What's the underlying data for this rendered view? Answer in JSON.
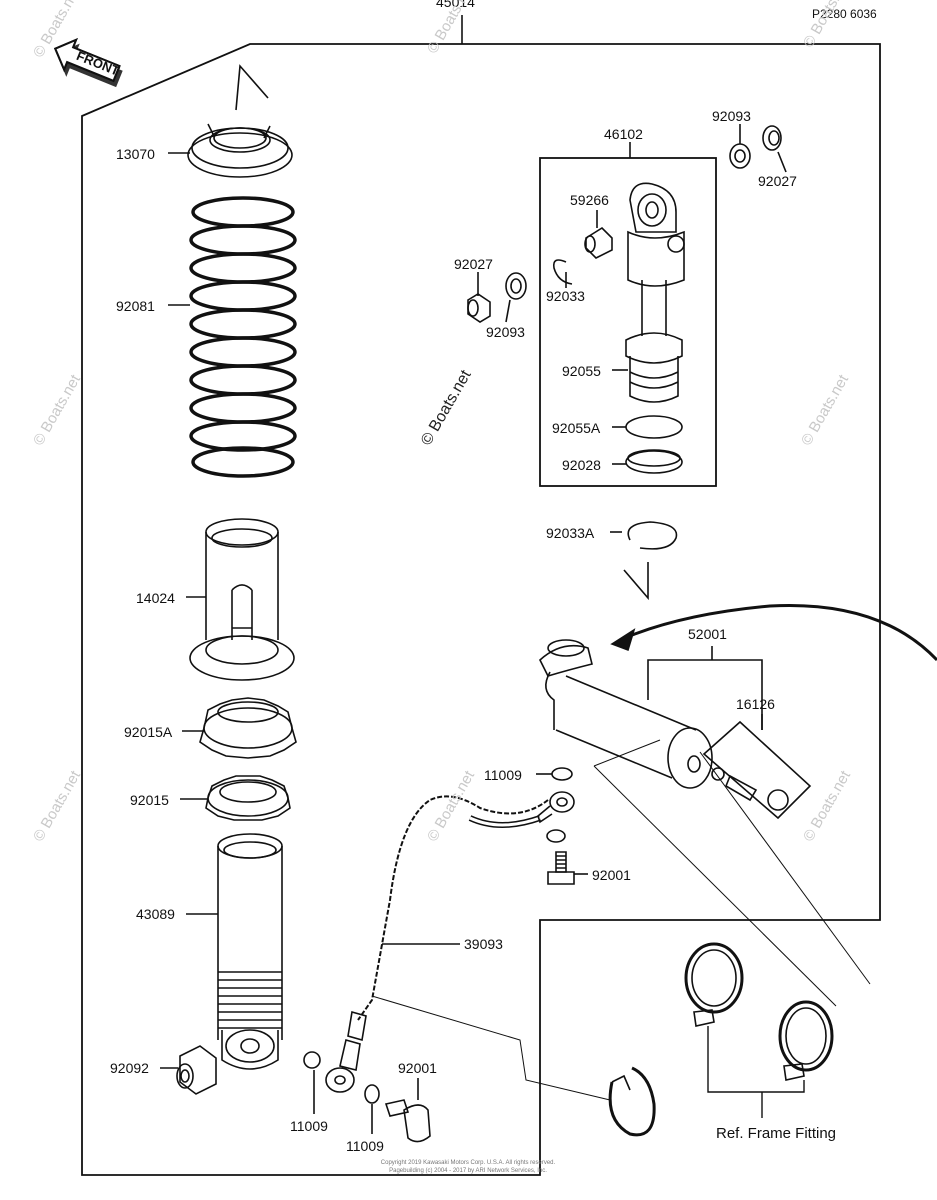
{
  "diagram_id": "P2280 6036",
  "assembly_number": "45014",
  "front_label": "FRONT",
  "parts": {
    "p13070": "13070",
    "p92081": "92081",
    "p14024": "14024",
    "p92015A": "92015A",
    "p92015": "92015",
    "p43089": "43089",
    "p92092": "92092",
    "p11009_a": "11009",
    "p11009_b": "11009",
    "p11009_c": "11009",
    "p92001_a": "92001",
    "p92001_b": "92001",
    "p39093": "39093",
    "p46102": "46102",
    "p92093_a": "92093",
    "p92027_a": "92027",
    "p59266": "59266",
    "p92027_b": "92027",
    "p92033": "92033",
    "p92093_b": "92093",
    "p92055": "92055",
    "p92055A": "92055A",
    "p92028": "92028",
    "p92033A": "92033A",
    "p52001": "52001",
    "p16126": "16126"
  },
  "ref_label": "Ref. Frame Fitting",
  "watermark": "© Boats.net",
  "footer_line1": "Copyright 2019 Kawasaki Motors Corp. U.S.A. All rights reserved.",
  "footer_line2": "Pagebuilding (c) 2004 - 2017 by ARI Network Services, Inc."
}
